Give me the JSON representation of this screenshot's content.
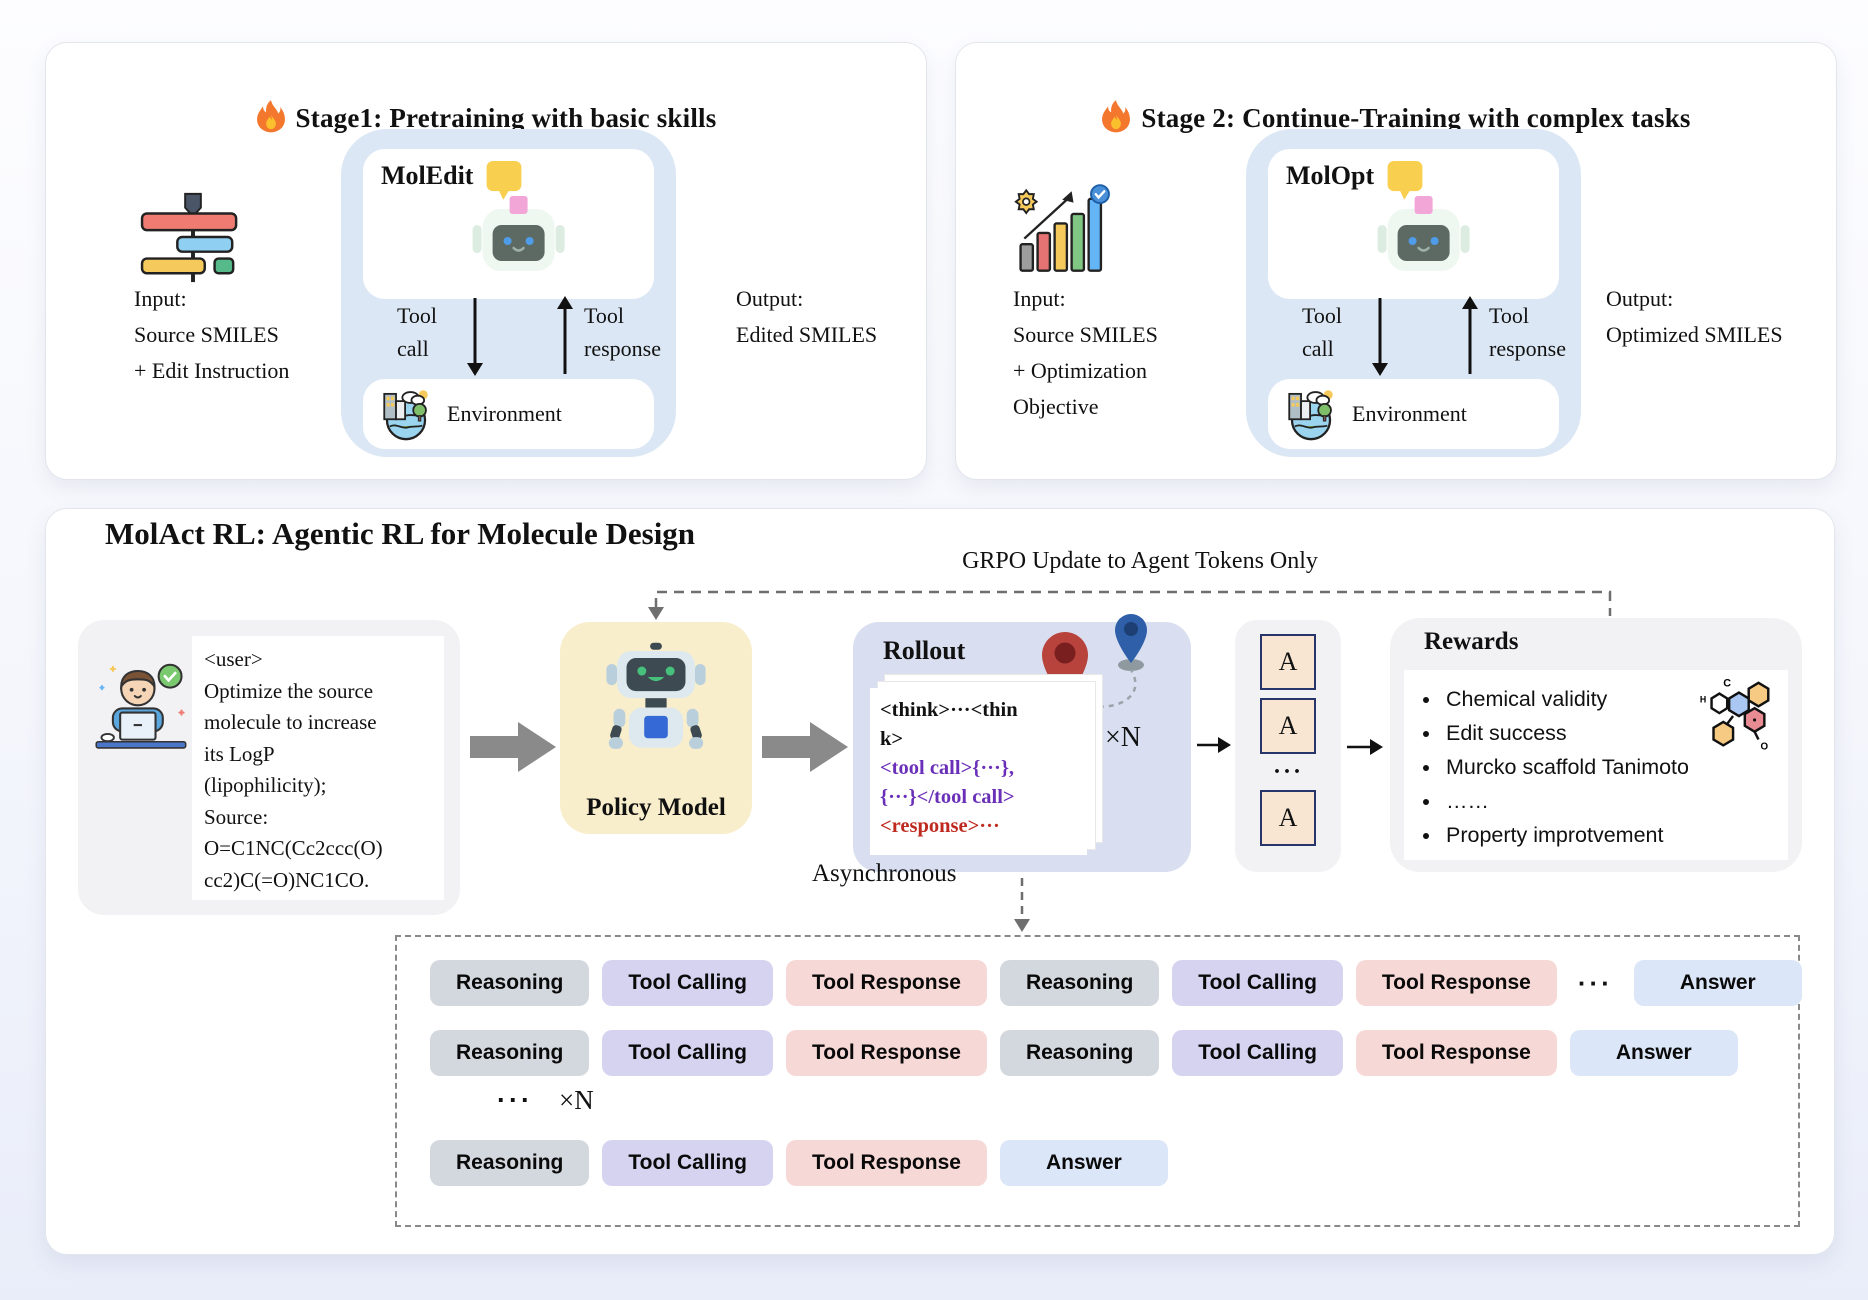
{
  "colors": {
    "agent_box_bg": "#dbe7f4",
    "policy_bg": "#f9eecb",
    "rollout_bg": "#d9dff0",
    "muted_box_bg": "#f2f2f4",
    "advantage_fill": "#f8e5d2",
    "advantage_border": "#27356b",
    "tool_call_text": "#6a2fb8",
    "response_text": "#bf2a20",
    "chip_reasoning": "#d3d8de",
    "chip_tool_calling": "#d6d3f0",
    "chip_tool_response": "#f6d8d6",
    "chip_answer": "#dbe6f8"
  },
  "stage1": {
    "title": "Stage1: Pretraining with basic skills",
    "agent_name": "MolEdit",
    "input_lines": [
      "Input:",
      "Source SMILES",
      "+ Edit Instruction"
    ],
    "output_lines": [
      "Output:",
      "Edited SMILES"
    ],
    "tool_call_lines": [
      "Tool",
      "call"
    ],
    "tool_response_lines": [
      "Tool",
      "response"
    ],
    "environment_label": "Environment"
  },
  "stage2": {
    "title": "Stage 2: Continue-Training with complex tasks",
    "agent_name": "MolOpt",
    "input_lines": [
      "Input:",
      "Source SMILES",
      "+ Optimization",
      "Objective"
    ],
    "output_lines": [
      "Output:",
      "Optimized SMILES"
    ],
    "tool_call_lines": [
      "Tool",
      "call"
    ],
    "tool_response_lines": [
      "Tool",
      "response"
    ],
    "environment_label": "Environment"
  },
  "rl": {
    "title": "MolAct RL: Agentic RL for Molecule Design",
    "grpo_label": "GRPO Update to Agent Tokens Only",
    "user_prompt_lines": [
      "<user>",
      "Optimize the source",
      "molecule to increase",
      "its LogP",
      "(lipophilicity);",
      "Source:",
      "O=C1NC(Cc2ccc(O)",
      "cc2)C(=O)NC1CO."
    ],
    "policy_label": "Policy Model",
    "rollout": {
      "title": "Rollout",
      "think_lines": [
        "<think>···<thin",
        "k>"
      ],
      "tool_call_lines": [
        "<tool call>{···},",
        "{···}</tool call>"
      ],
      "response_line": "<response>···",
      "times_label": "×N"
    },
    "advantage_letter": "A",
    "advantage_ellipsis": "···",
    "rewards": {
      "title": "Rewards",
      "items": [
        "Chemical validity",
        "Edit success",
        "Murcko scaffold Tanimoto",
        "……",
        "Property improtvement"
      ]
    },
    "async_label": "Asynchronous",
    "trajectory": {
      "ellipsis": "···",
      "times_label": "×N",
      "chip_labels": {
        "reasoning": "Reasoning",
        "tool_calling": "Tool Calling",
        "tool_response": "Tool Response",
        "answer": "Answer"
      },
      "rows": [
        [
          "reasoning",
          "tool_calling",
          "tool_response",
          "reasoning",
          "tool_calling",
          "tool_response",
          "ellipsis",
          "answer"
        ],
        [
          "reasoning",
          "tool_calling",
          "tool_response",
          "reasoning",
          "tool_calling",
          "tool_response",
          "answer"
        ],
        [
          "reasoning",
          "tool_calling",
          "tool_response",
          "answer"
        ]
      ]
    }
  }
}
